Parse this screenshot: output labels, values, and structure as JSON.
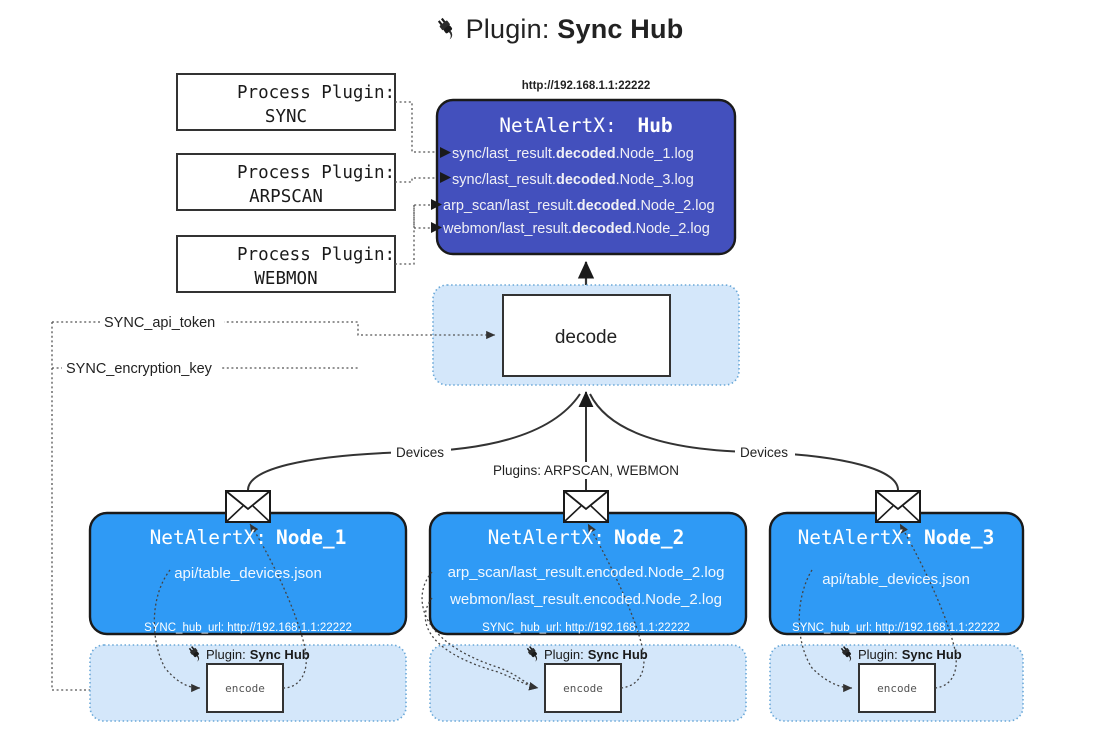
{
  "title": {
    "icon": "plug-icon",
    "prefix": "Plugin:",
    "name": "Sync Hub"
  },
  "colors": {
    "hub_fill": "#4350bd",
    "node_fill": "#2f9af5",
    "container_fill": "#d4e7fa",
    "container_stroke": "#6aa8d8",
    "box_stroke": "#333333",
    "line": "#333333"
  },
  "process_plugins": [
    {
      "icon": "plug-icon",
      "label": "Process Plugin:",
      "value": "SYNC"
    },
    {
      "icon": "plug-icon",
      "label": "Process Plugin:",
      "value": "ARPSCAN"
    },
    {
      "icon": "plug-icon",
      "label": "Process Plugin:",
      "value": "WEBMON"
    }
  ],
  "hub": {
    "url": "http://192.168.1.1:22222",
    "title_prefix": "NetAlertX:",
    "title_name": "Hub",
    "logs": [
      {
        "pre": "sync/last_result.",
        "strong": "decoded",
        "post": ".Node_1.log"
      },
      {
        "pre": "sync/last_result.",
        "strong": "decoded",
        "post": ".Node_3.log"
      },
      {
        "pre": "arp_scan/last_result.",
        "strong": "decoded",
        "post": ".Node_2.log"
      },
      {
        "pre": "webmon/last_result.",
        "strong": "decoded",
        "post": ".Node_2.log"
      }
    ]
  },
  "decode": {
    "label": "decode"
  },
  "secrets": [
    {
      "label": "SYNC_api_token"
    },
    {
      "label": "SYNC_encryption_key"
    }
  ],
  "edge_labels": {
    "devices_left": "Devices",
    "devices_right": "Devices",
    "plugins_center": "Plugins: ARPSCAN, WEBMON"
  },
  "nodes": [
    {
      "id": "node-1",
      "icon": "envelope-icon",
      "title_prefix": "NetAlertX:",
      "title_name": "Node_1",
      "lines": [
        "api/table_devices.json"
      ],
      "hub_url_label": "SYNC_hub_url: http://192.168.1.1:22222",
      "plugin_label_prefix": "Plugin:",
      "plugin_label_name": "Sync Hub",
      "encode_label": "encode"
    },
    {
      "id": "node-2",
      "icon": "envelope-icon",
      "title_prefix": "NetAlertX:",
      "title_name": "Node_2",
      "lines": [
        "arp_scan/last_result.encoded.Node_2.log",
        "webmon/last_result.encoded.Node_2.log"
      ],
      "hub_url_label": "SYNC_hub_url: http://192.168.1.1:22222",
      "plugin_label_prefix": "Plugin:",
      "plugin_label_name": "Sync Hub",
      "encode_label": "encode"
    },
    {
      "id": "node-3",
      "icon": "envelope-icon",
      "title_prefix": "NetAlertX:",
      "title_name": "Node_3",
      "lines": [
        "api/table_devices.json"
      ],
      "hub_url_label": "SYNC_hub_url: http://192.168.1.1:22222",
      "plugin_label_prefix": "Plugin:",
      "plugin_label_name": "Sync Hub",
      "encode_label": "encode"
    }
  ]
}
